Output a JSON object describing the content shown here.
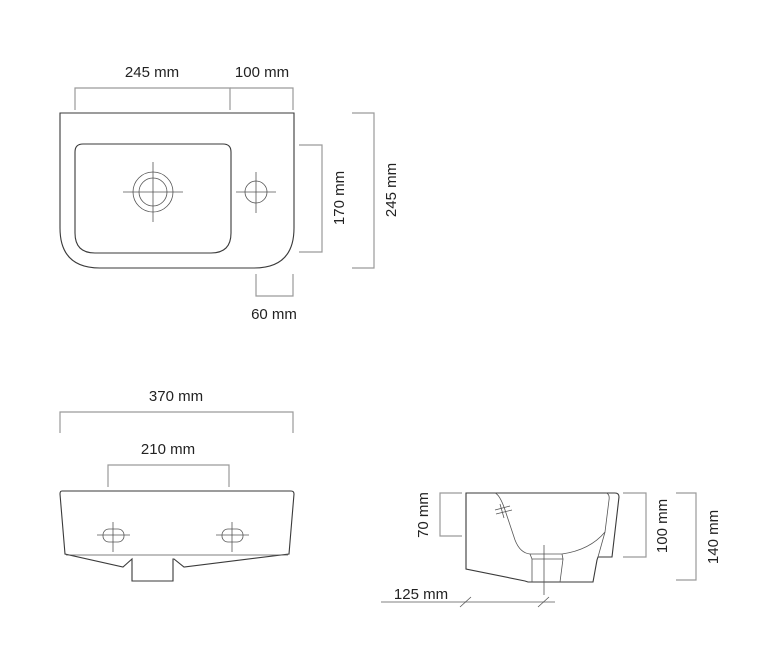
{
  "top_view": {
    "width_basin": "245 mm",
    "width_tap": "100 mm",
    "depth_basin": "170 mm",
    "depth_total": "245 mm",
    "offset_tap": "60 mm"
  },
  "front_view": {
    "width_total": "370 mm",
    "fixing_distance": "210 mm"
  },
  "side_view": {
    "fixing_height": "70 mm",
    "basin_height": "100 mm",
    "total_height": "140 mm",
    "drain_offset": "125 mm"
  }
}
